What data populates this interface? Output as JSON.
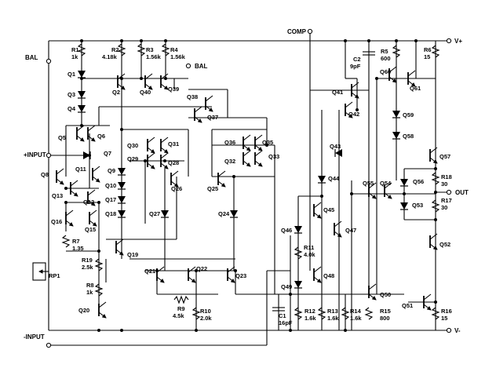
{
  "pins": {
    "comp": "COMP",
    "vplus": "V+",
    "vminus": "V-",
    "bal_left": "BAL",
    "bal_right": "BAL",
    "input_plus": "+INPUT",
    "input_minus": "-INPUT",
    "out": "OUT"
  },
  "resistors": [
    {
      "id": "r1",
      "name": "R1",
      "value": "1k"
    },
    {
      "id": "r2",
      "name": "R2",
      "value": "4.18k"
    },
    {
      "id": "r3",
      "name": "R3",
      "value": "1.56k"
    },
    {
      "id": "r4",
      "name": "R4",
      "value": "1.56k"
    },
    {
      "id": "r5",
      "name": "R5",
      "value": "600"
    },
    {
      "id": "r6",
      "name": "R6",
      "value": "15"
    },
    {
      "id": "r7",
      "name": "R7",
      "value": "1.35"
    },
    {
      "id": "r8",
      "name": "R8",
      "value": "1k"
    },
    {
      "id": "r9",
      "name": "R9",
      "value": "4.5k"
    },
    {
      "id": "r10",
      "name": "R10",
      "value": "2.0k"
    },
    {
      "id": "r11",
      "name": "R11",
      "value": "4.0k"
    },
    {
      "id": "r12",
      "name": "R12",
      "value": "1.6k"
    },
    {
      "id": "r13",
      "name": "R13",
      "value": "1.6k"
    },
    {
      "id": "r14",
      "name": "R14",
      "value": "1.6k"
    },
    {
      "id": "r15",
      "name": "R15",
      "value": "800"
    },
    {
      "id": "r16",
      "name": "R16",
      "value": "15"
    },
    {
      "id": "r17",
      "name": "R17",
      "value": "30"
    },
    {
      "id": "r18",
      "name": "R18",
      "value": "30"
    },
    {
      "id": "r19",
      "name": "R19",
      "value": "2.5k"
    }
  ],
  "capacitors": [
    {
      "id": "c1",
      "name": "C1",
      "value": "16pF"
    },
    {
      "id": "c2",
      "name": "C2",
      "value": "9pF"
    }
  ],
  "pot": {
    "name": "RP1"
  },
  "transistors": [
    "Q1",
    "Q2",
    "Q3",
    "Q4",
    "Q5",
    "Q6",
    "Q7",
    "Q8",
    "Q9",
    "Q10",
    "Q11",
    "Q12",
    "Q13",
    "Q15",
    "Q16",
    "Q17",
    "Q18",
    "Q19",
    "Q20",
    "Q21",
    "Q22",
    "Q23",
    "Q24",
    "Q25",
    "Q26",
    "Q27",
    "Q28",
    "Q29",
    "Q30",
    "Q31",
    "Q32",
    "Q33",
    "Q35",
    "Q36",
    "Q37",
    "Q38",
    "Q39",
    "Q40",
    "Q41",
    "Q42",
    "Q43",
    "Q44",
    "Q45",
    "Q46",
    "Q47",
    "Q48",
    "Q49",
    "Q50",
    "Q51",
    "Q52",
    "Q53",
    "Q54",
    "Q55",
    "Q56",
    "Q57",
    "Q58",
    "Q59",
    "Q60",
    "Q61"
  ]
}
